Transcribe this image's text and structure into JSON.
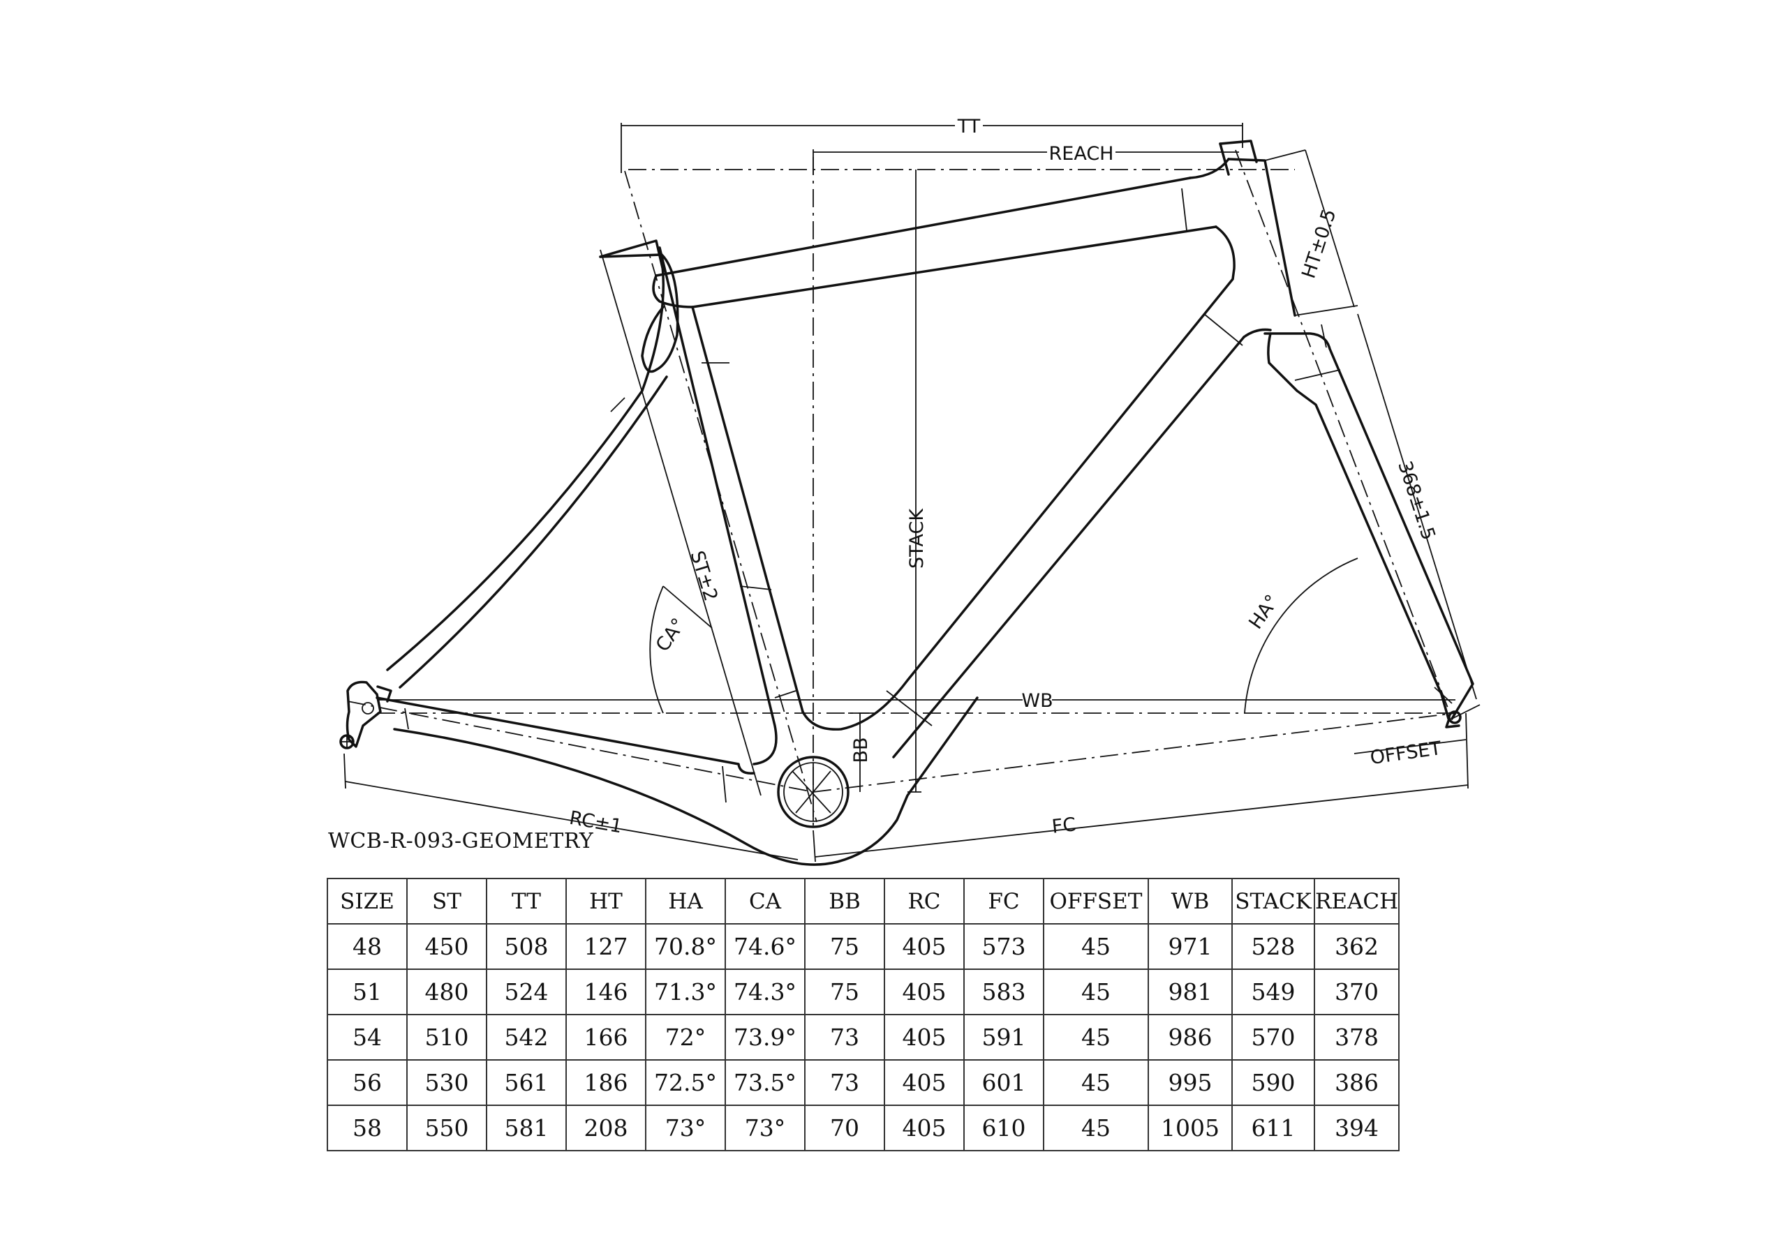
{
  "diagram": {
    "labels": {
      "tt": "TT",
      "reach": "REACH",
      "stack": "STACK",
      "ht": "HT±0.5",
      "fork_length": "368±1.5",
      "st": "ST±2",
      "ca": "CA°",
      "ha": "HA°",
      "wb": "WB",
      "bb": "BB",
      "offset": "OFFSET",
      "rc": "RC±1",
      "fc": "FC"
    }
  },
  "model_title": "WCB-R-093-GEOMETRY",
  "table": {
    "headers": [
      "SIZE",
      "ST",
      "TT",
      "HT",
      "HA",
      "CA",
      "BB",
      "RC",
      "FC",
      "OFFSET",
      "WB",
      "STACK",
      "REACH"
    ],
    "rows": [
      [
        "48",
        "450",
        "508",
        "127",
        "70.8°",
        "74.6°",
        "75",
        "405",
        "573",
        "45",
        "971",
        "528",
        "362"
      ],
      [
        "51",
        "480",
        "524",
        "146",
        "71.3°",
        "74.3°",
        "75",
        "405",
        "583",
        "45",
        "981",
        "549",
        "370"
      ],
      [
        "54",
        "510",
        "542",
        "166",
        "72°",
        "73.9°",
        "73",
        "405",
        "591",
        "45",
        "986",
        "570",
        "378"
      ],
      [
        "56",
        "530",
        "561",
        "186",
        "72.5°",
        "73.5°",
        "73",
        "405",
        "601",
        "45",
        "995",
        "590",
        "386"
      ],
      [
        "58",
        "550",
        "581",
        "208",
        "73°",
        "73°",
        "70",
        "405",
        "610",
        "45",
        "1005",
        "611",
        "394"
      ]
    ]
  }
}
